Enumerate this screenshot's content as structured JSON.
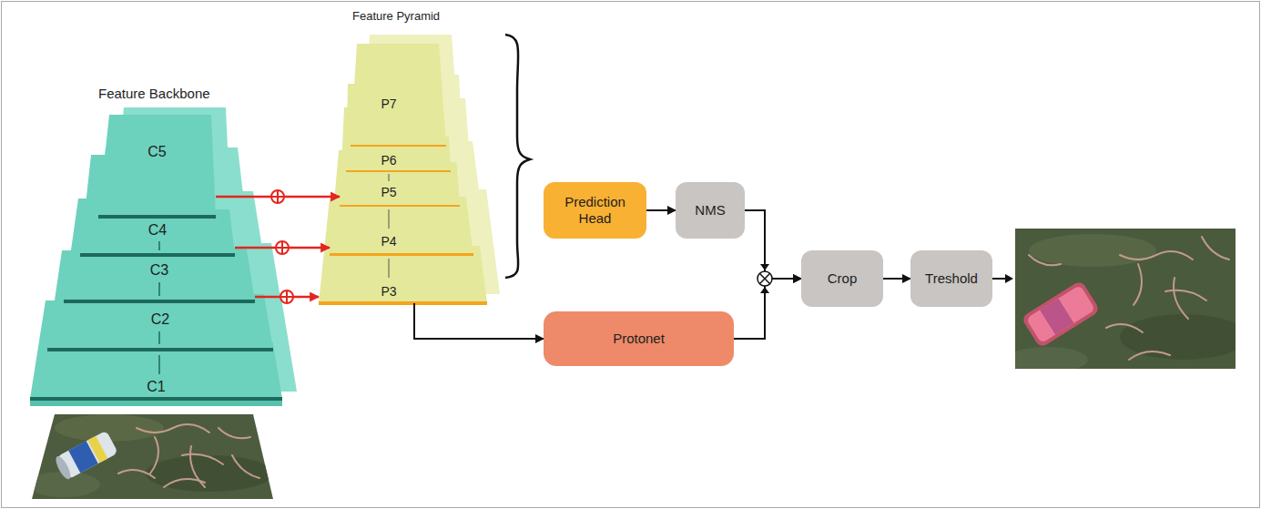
{
  "diagram": {
    "nodes": [
      {
        "text": [
          "C5"
        ]
      },
      {
        "text": [
          "C4"
        ]
      },
      {
        "text": [
          "C3"
        ]
      },
      {
        "text": [
          "C2"
        ]
      },
      {
        "text": [
          "C1"
        ]
      },
      {
        "text": [
          "P7"
        ]
      },
      {
        "text": [
          "P6"
        ]
      },
      {
        "text": [
          "P5"
        ]
      },
      {
        "text": [
          "P4"
        ]
      },
      {
        "text": [
          "P3"
        ]
      },
      {
        "text": [
          "Prediction Head"
        ]
      },
      {
        "text": [
          "NMS"
        ]
      },
      {
        "text": [
          "Protonet"
        ]
      },
      {
        "text": [
          "Crop"
        ]
      },
      {
        "text": [
          "Treshold"
        ]
      }
    ],
    "edges": [
      {
        "from": 0,
        "to": 7,
        "arrow": "to"
      },
      {
        "from": 1,
        "to": 8,
        "arrow": "to"
      },
      {
        "from": 2,
        "to": 9,
        "arrow": "to"
      },
      {
        "from": 9,
        "to": 12,
        "arrow": "to"
      },
      {
        "from": 10,
        "to": 11,
        "arrow": "to"
      },
      {
        "from": 11,
        "to": 13,
        "arrow": "to"
      },
      {
        "from": 12,
        "to": 13,
        "arrow": "to"
      },
      {
        "from": 13,
        "to": 14,
        "arrow": "to"
      }
    ],
    "labels": [
      "Feature Backbone",
      "Feature Pyramid"
    ]
  }
}
